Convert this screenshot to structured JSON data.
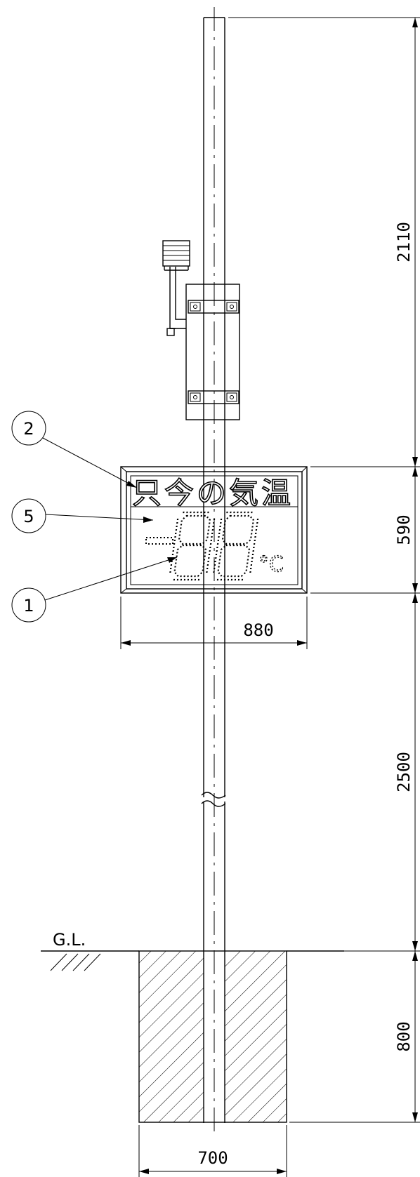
{
  "dimensions": {
    "upper": "2110",
    "sign_height": "590",
    "sign_width": "880",
    "pole_mid": "2500",
    "foundation_depth": "800",
    "foundation_width": "700"
  },
  "ground_label": "G.L.",
  "callouts": [
    {
      "number": "2"
    },
    {
      "number": "5"
    },
    {
      "number": "1"
    }
  ],
  "sign": {
    "title": "只今の気温",
    "unit": "°C"
  }
}
